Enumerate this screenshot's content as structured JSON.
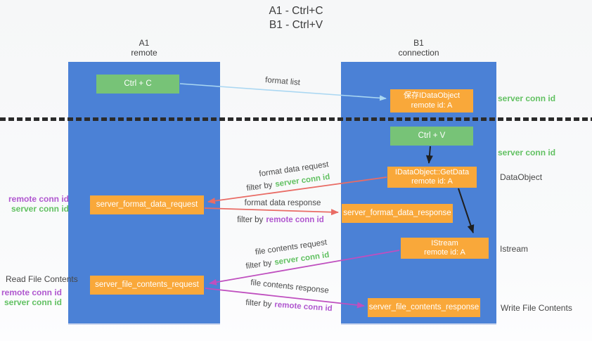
{
  "title": {
    "line1": "A1 - Ctrl+C",
    "line2": "B1 - Ctrl+V"
  },
  "lanes": {
    "a1": {
      "name": "A1",
      "subtitle": "remote"
    },
    "b1": {
      "name": "B1",
      "subtitle": "connection"
    }
  },
  "nodes": {
    "ctrl_c": {
      "label": "Ctrl + C"
    },
    "ctrl_v": {
      "label": "Ctrl + V"
    },
    "save_dataobject": {
      "line1": "保存IDataObject",
      "line2": "remote id: A"
    },
    "getdata": {
      "line1": "IDataObject::GetData",
      "line2": "remote id: A"
    },
    "istream": {
      "line1": "IStream",
      "line2": "remote id: A"
    },
    "format_request": {
      "label": "server_format_data_request"
    },
    "format_response": {
      "label": "server_format_data_response"
    },
    "file_request": {
      "label": "server_file_contents_request"
    },
    "file_response": {
      "label": "server_file_contents_response"
    }
  },
  "annotations": {
    "server_conn_top": "server conn id",
    "server_conn_mid": "server conn id",
    "dataobject": "DataObject",
    "istream": "Istream",
    "write_file": "Write File Contents",
    "read_file": "Read File Contents",
    "format_left": {
      "remote": "remote conn id",
      "server": "server conn id"
    },
    "file_left": {
      "remote": "remote conn id",
      "server": "server conn id"
    }
  },
  "arrows": {
    "format_list": {
      "label": "format list"
    },
    "format_request": {
      "label": "format data request",
      "filter_prefix": "filter by",
      "filter_key": "server conn id"
    },
    "format_response": {
      "label": "format data response",
      "filter_prefix": "filter by",
      "filter_key": "remote conn id"
    },
    "file_request": {
      "label": "file contents request",
      "filter_prefix": "filter by",
      "filter_key": "server conn id"
    },
    "file_response": {
      "label": "file contents response",
      "filter_prefix": "filter by",
      "filter_key": "remote conn id"
    }
  },
  "colors": {
    "lane_blue": "#4b81d6",
    "node_green": "#77c377",
    "node_orange": "#f9a83a",
    "conn_green": "#62c162",
    "conn_purple": "#b057cf",
    "arrow_red": "#e96c65",
    "arrow_magenta": "#bf4fbf",
    "arrow_lightblue": "#aad7f2",
    "arrow_black": "#1f1f1f"
  }
}
